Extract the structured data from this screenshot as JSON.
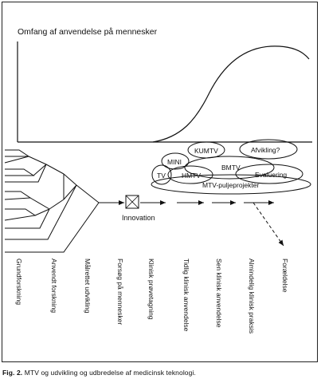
{
  "chart_title": "Omfang af anvendelse på mennesker",
  "innovation_label": "Innovation",
  "ovals": {
    "kumtv": "KUMTV",
    "afvikling": "Afvikling?",
    "mini": "MINI",
    "bmtv": "BMTV",
    "tv": "TV",
    "hmtv": "HMTV",
    "evaluering": "Evaluering",
    "puljeprojekter": "MTV-puljeprojekter"
  },
  "stages": [
    "Grundforskning",
    "Anvendt forskning",
    "Målrettet udvikling",
    "Forsøg på mennesker",
    "Klinisk prøvetagning",
    "Tidlig klinisk anvendelse",
    "Sen klinisk anvendelse",
    "Almindelig klinisk praksis",
    "Forældelse"
  ],
  "caption": {
    "label": "Fig. 2.",
    "text": "MTV og udvikling og udbredelse af medicinsk teknologi."
  }
}
